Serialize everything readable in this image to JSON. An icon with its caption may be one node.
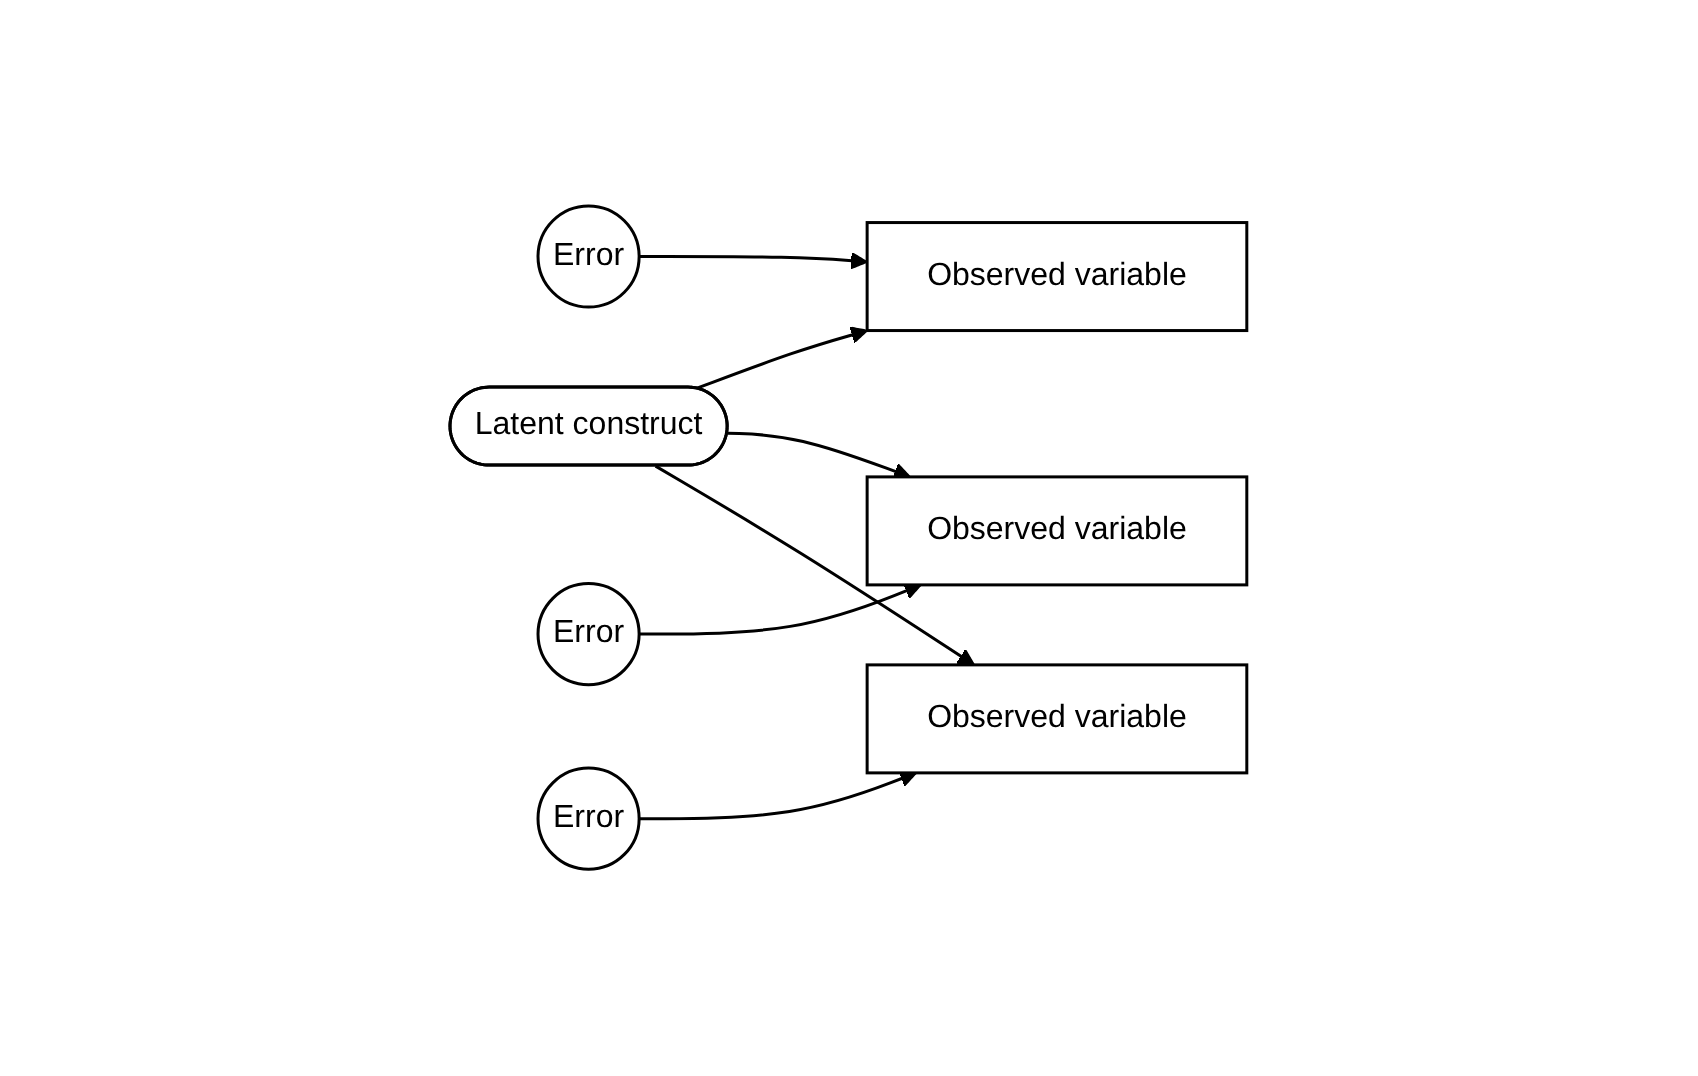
{
  "diagram": {
    "nodes": [
      {
        "text": [
          "Latent construct"
        ]
      },
      {
        "text": [
          "Observed variable"
        ]
      },
      {
        "text": [
          "Error"
        ]
      },
      {
        "text": [
          "Observed variable"
        ]
      },
      {
        "text": [
          "Error"
        ]
      },
      {
        "text": [
          "Observed variable"
        ]
      },
      {
        "text": [
          "Error"
        ]
      }
    ],
    "edges": [
      {
        "from": 0,
        "to": 1,
        "arrow": "to"
      },
      {
        "from": 0,
        "to": 3,
        "arrow": "to"
      },
      {
        "from": 0,
        "to": 5,
        "arrow": "to"
      },
      {
        "from": 2,
        "to": 1,
        "arrow": "to"
      },
      {
        "from": 4,
        "to": 3,
        "arrow": "to"
      },
      {
        "from": 6,
        "to": 5,
        "arrow": "to"
      }
    ]
  }
}
